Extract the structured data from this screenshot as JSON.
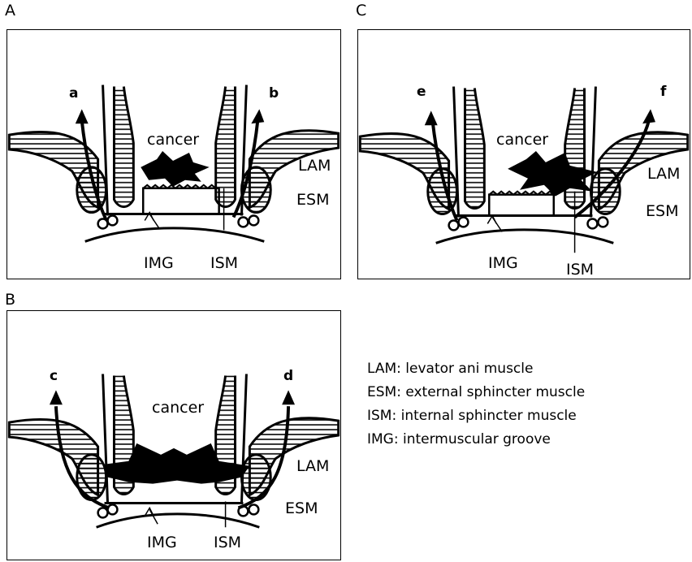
{
  "panels": {
    "A": {
      "letter": "A",
      "cancer": "cancer",
      "lam": "LAM",
      "esm": "ESM",
      "img": "IMG",
      "ism": "ISM",
      "arrow_left": "a",
      "arrow_right": "b"
    },
    "B": {
      "letter": "B",
      "cancer": "cancer",
      "lam": "LAM",
      "esm": "ESM",
      "img": "IMG",
      "ism": "ISM",
      "arrow_left": "c",
      "arrow_right": "d"
    },
    "C": {
      "letter": "C",
      "cancer": "cancer",
      "lam": "LAM",
      "esm": "ESM",
      "img": "IMG",
      "ism": "ISM",
      "arrow_left": "e",
      "arrow_right": "f"
    }
  },
  "legend": [
    "LAM: levator ani muscle",
    "ESM: external sphincter muscle",
    "ISM: internal sphincter muscle",
    "IMG: intermuscular groove"
  ]
}
